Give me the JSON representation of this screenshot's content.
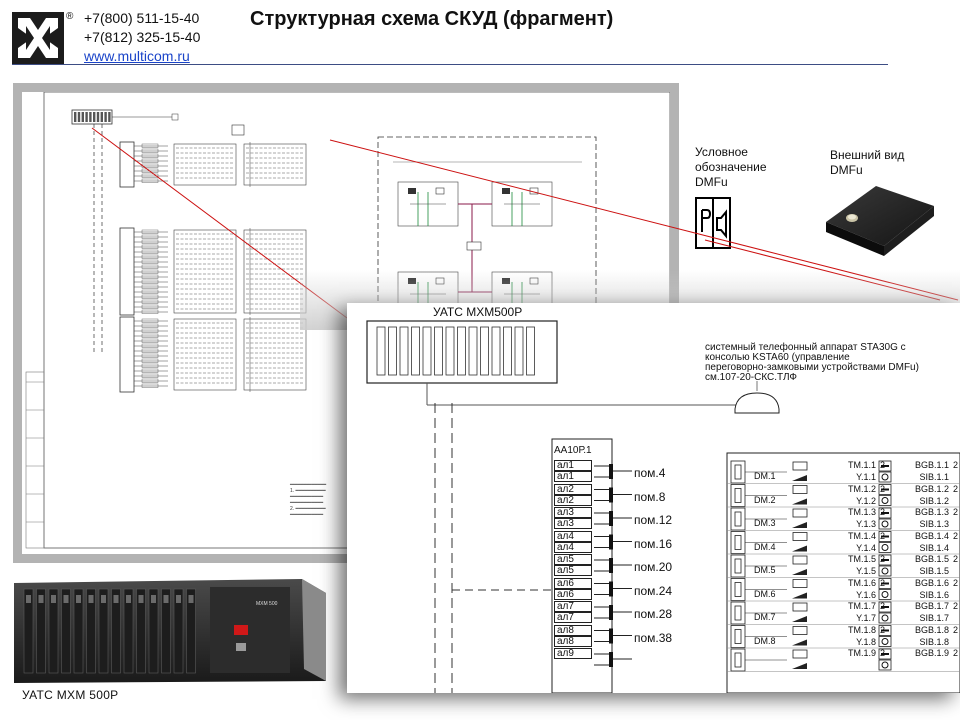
{
  "header": {
    "phone1": "+7(800) 511-15-40",
    "phone2": "+7(812) 325-15-40",
    "website": "www.multicom.ru",
    "registered_mark": "®",
    "title": "Структурная схема СКУД (фрагмент)"
  },
  "symbol": {
    "caption_line1": "Условное",
    "caption_line2": "обозначение",
    "caption_line3": "DMFu"
  },
  "external": {
    "caption_line1": "Внешний вид",
    "caption_line2": "DMFu"
  },
  "zoom": {
    "uats_label": "УАТС МХМ500Р",
    "note_line1": "системный телефонный аппарат STA30G с",
    "note_line2": "консолью KSTA60 (управление",
    "note_line3": "переговорно-замковыми устройствами DMFu)",
    "note_line4": "см.107-20-СКС.ТЛФ",
    "board_label": "АА10Р.1",
    "rows": [
      {
        "ap1": "ал1",
        "ap2": "ал1",
        "room": "пом.4",
        "dm": "DM.1",
        "tm": "TM.1.1",
        "y": "Y.1.1",
        "bgb": "BGB.1.1",
        "sib": "SIB.1.1",
        "n": "2"
      },
      {
        "ap1": "ал2",
        "ap2": "ал2",
        "room": "пом.8",
        "dm": "DM.2",
        "tm": "TM.1.2",
        "y": "Y.1.2",
        "bgb": "BGB.1.2",
        "sib": "SIB.1.2",
        "n": "2"
      },
      {
        "ap1": "ал3",
        "ap2": "ал3",
        "room": "пом.12",
        "dm": "DM.3",
        "tm": "TM.1.3",
        "y": "Y.1.3",
        "bgb": "BGB.1.3",
        "sib": "SIB.1.3",
        "n": "2"
      },
      {
        "ap1": "ал4",
        "ap2": "ал4",
        "room": "пом.16",
        "dm": "DM.4",
        "tm": "TM.1.4",
        "y": "Y.1.4",
        "bgb": "BGB.1.4",
        "sib": "SIB.1.4",
        "n": "2"
      },
      {
        "ap1": "ал5",
        "ap2": "ал5",
        "room": "пом.20",
        "dm": "DM.5",
        "tm": "TM.1.5",
        "y": "Y.1.5",
        "bgb": "BGB.1.5",
        "sib": "SIB.1.5",
        "n": "2"
      },
      {
        "ap1": "ал6",
        "ap2": "ал6",
        "room": "пом.24",
        "dm": "DM.6",
        "tm": "TM.1.6",
        "y": "Y.1.6",
        "bgb": "BGB.1.6",
        "sib": "SIB.1.6",
        "n": "2"
      },
      {
        "ap1": "ал7",
        "ap2": "ал7",
        "room": "пом.28",
        "dm": "DM.7",
        "tm": "TM.1.7",
        "y": "Y.1.7",
        "bgb": "BGB.1.7",
        "sib": "SIB.1.7",
        "n": "2"
      },
      {
        "ap1": "ал8",
        "ap2": "ал8",
        "room": "пом.38",
        "dm": "DM.8",
        "tm": "TM.1.8",
        "y": "Y.1.8",
        "bgb": "BGB.1.8",
        "sib": "SIB.1.8",
        "n": "2"
      },
      {
        "ap1": "ал9",
        "ap2": "",
        "room": "",
        "dm": "",
        "tm": "TM.1.9",
        "y": "",
        "bgb": "BGB.1.9",
        "sib": "",
        "n": "2"
      }
    ]
  },
  "rack": {
    "caption": "УАТС  МХМ  500Р",
    "panel_brand": "MXM 500"
  },
  "colors": {
    "accent_line": "#cc1111",
    "header_rule": "#3d4d84",
    "link": "#1a44c9",
    "sheet_frame": "#b3b3b3"
  }
}
